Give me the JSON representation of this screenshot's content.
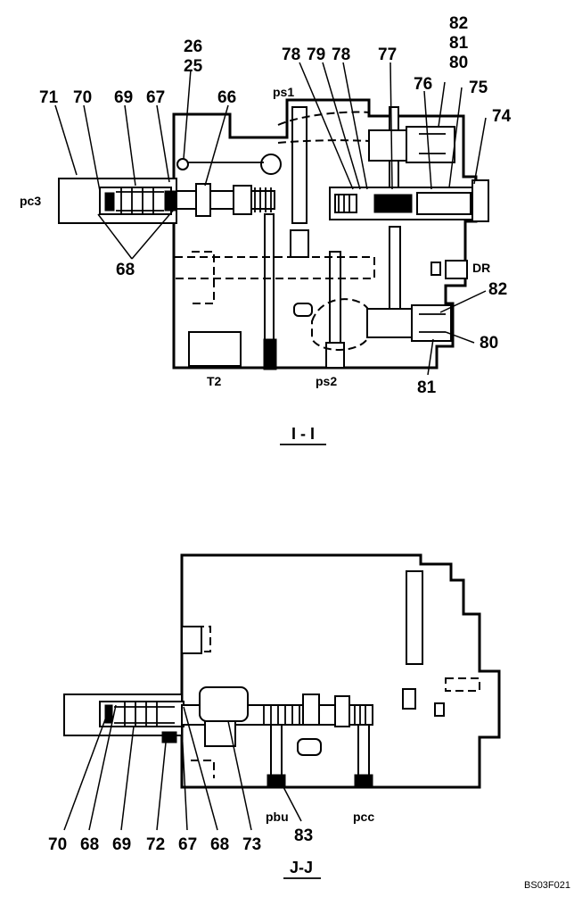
{
  "top_view": {
    "part_numbers": [
      "71",
      "70",
      "69",
      "67",
      "26",
      "25",
      "66",
      "78",
      "79",
      "78",
      "77",
      "82",
      "81",
      "80",
      "76",
      "75",
      "74",
      "68",
      "82",
      "80",
      "81"
    ],
    "ports": [
      "pc3",
      "ps1",
      "DR",
      "T2",
      "ps2"
    ],
    "section_title": "I - I"
  },
  "bottom_view": {
    "part_numbers": [
      "70",
      "68",
      "69",
      "72",
      "67",
      "68",
      "73",
      "83"
    ],
    "ports": [
      "pbu",
      "pcc"
    ],
    "section_title": "J-J"
  },
  "figure_code": "BS03F021"
}
